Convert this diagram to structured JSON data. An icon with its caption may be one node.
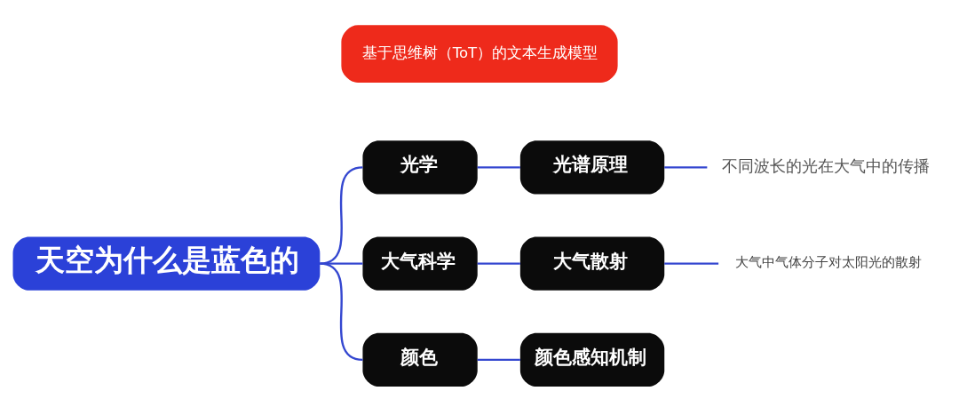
{
  "diagram": {
    "title": "基于思维树（ToT）的文本生成模型",
    "nodes": [
      {
        "text": [
          "天空为什么是蓝色的"
        ]
      },
      {
        "text": [
          "光学"
        ]
      },
      {
        "text": [
          "光谱原理"
        ]
      },
      {
        "text": [
          "不同波长的光在大气中的传播"
        ]
      },
      {
        "text": [
          "大气科学"
        ]
      },
      {
        "text": [
          "大气散射"
        ]
      },
      {
        "text": [
          "大气中气体分子对太阳光的散射"
        ]
      },
      {
        "text": [
          "颜色"
        ]
      },
      {
        "text": [
          "颜色感知机制"
        ]
      }
    ],
    "edges": [
      {
        "from": 0,
        "to": 1,
        "arrow": "none"
      },
      {
        "from": 1,
        "to": 2,
        "arrow": "none"
      },
      {
        "from": 2,
        "to": 3,
        "arrow": "none"
      },
      {
        "from": 0,
        "to": 4,
        "arrow": "none"
      },
      {
        "from": 4,
        "to": 5,
        "arrow": "none"
      },
      {
        "from": 5,
        "to": 6,
        "arrow": "none"
      },
      {
        "from": 0,
        "to": 7,
        "arrow": "none"
      },
      {
        "from": 7,
        "to": 8,
        "arrow": "none"
      }
    ]
  }
}
